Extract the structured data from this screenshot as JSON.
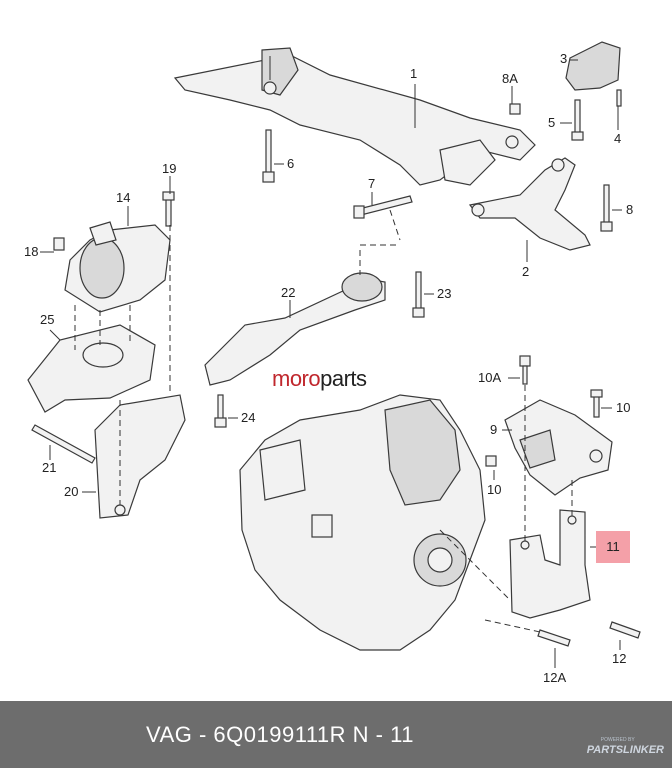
{
  "callouts": {
    "c1": "1",
    "c2": "2",
    "c3": "3",
    "c4": "4",
    "c5": "5",
    "c6": "6",
    "c7": "7",
    "c8": "8",
    "c8a": "8A",
    "c9": "9",
    "c10a": "10A",
    "c10_upper": "10",
    "c10_lower": "10",
    "c11": "11",
    "c12": "12",
    "c12a": "12A",
    "c14": "14",
    "c18": "18",
    "c19": "19",
    "c20": "20",
    "c21": "21",
    "c22": "22",
    "c23": "23",
    "c24": "24",
    "c25": "25"
  },
  "brand": {
    "moro": "moro",
    "parts": "parts"
  },
  "footer": {
    "text": "VAG - 6Q0199111R     N - 11",
    "logo_small": "POWERED BY",
    "logo": "PARTSLINKER"
  },
  "colors": {
    "highlight": "#f4a0a8",
    "footer_bg": "#6d6d6d",
    "brand_red": "#c0272d"
  }
}
